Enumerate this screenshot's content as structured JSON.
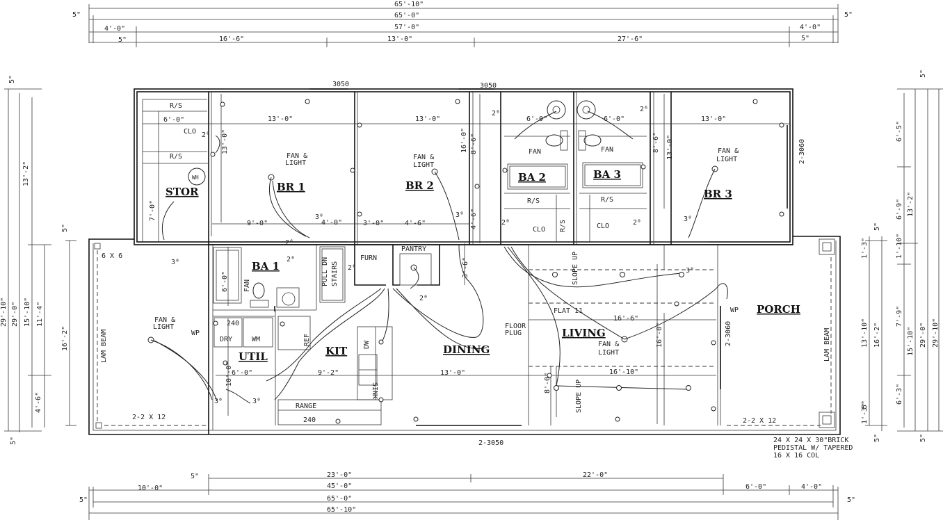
{
  "dimensions": {
    "top": [
      "65'-10\"",
      "65'-0\"",
      "57'-0\"",
      "4'-0\"",
      "4'-0\"",
      "16'-6\"",
      "13'-0\"",
      "27'-6\"",
      "5\"",
      "5\"",
      "5\"",
      "5\""
    ],
    "bottom": [
      "5\"",
      "23'-0\"",
      "22'-0\"",
      "10'-0\"",
      "45'-0\"",
      "6'-0\"",
      "4'-0\"",
      "5\"",
      "65'-0\"",
      "65'-10\"",
      "5\""
    ],
    "left": [
      "5\"",
      "13'-2\"",
      "29'-10\"",
      "29'-0\"",
      "15'-10\"",
      "11'-4\"",
      "5\"",
      "16'-2\"",
      "4'-6\"",
      "5\""
    ],
    "right": [
      "5\"",
      "6'-5\"",
      "13'-2\"",
      "6'-9\"",
      "1'-10\"",
      "5\"",
      "1'-3\"",
      "7'-9\"",
      "13'-10\"",
      "16'-2\"",
      "15'-10\"",
      "29'-0\"",
      "29'-10\"",
      "6'-3\"",
      "1'-3\"",
      "5\"",
      "5\"",
      "5\""
    ]
  },
  "rooms": {
    "stor": "STOR",
    "br1": "BR 1",
    "br2": "BR 2",
    "br3": "BR 3",
    "ba1": "BA 1",
    "ba2": "BA 2",
    "ba3": "BA 3",
    "util": "UTIL",
    "kit": "KIT",
    "dining": "DINING",
    "living": "LIVING",
    "porch": "PORCH"
  },
  "labels": {
    "window_3050_a": "3050",
    "window_3050_b": "3050",
    "window_2_3060_a": "2-3060",
    "window_2_3060_b": "2-3060",
    "window_2_3050": "2-3050",
    "rs1": "R/S",
    "rs2": "R/S",
    "rs3": "R/S",
    "rs4": "R/S",
    "rs5": "R/S",
    "clo1": "CLO",
    "clo2": "CLO",
    "clo3": "CLO",
    "wh": "WH",
    "fan_light": "FAN &",
    "light": "LIGHT",
    "fan": "FAN",
    "pull_dn": "PULL DN",
    "stairs": "STAIRS",
    "furn": "FURN",
    "pantry": "PANTRY",
    "dry": "DRY",
    "wm": "WM",
    "ref": "REF",
    "dw": "DW",
    "sink": "SINK",
    "range": "RANGE",
    "v240a": "240",
    "v240b": "240",
    "wp": "WP",
    "floor": "FLOOR",
    "plug": "PLUG",
    "flat": "FLAT 11",
    "slope_up": "SLOPE UP",
    "lam_beam": "LAM BEAM",
    "six_x_six": "6 X 6",
    "beam_2x12": "2-2 X 12",
    "room_dims": [
      "13'-0\"",
      "13'-0\"",
      "13'-0\"",
      "6'-0\"",
      "6'-0\"",
      "6'-0\"",
      "9'-0\"",
      "4'-0\"",
      "3'-0\"",
      "4'-6\"",
      "13'-0\"",
      "9'-2\"",
      "6'-0\"",
      "16'-6\"",
      "16'-10\"",
      "13'-0\"",
      "8'-6\"",
      "4'-6\"",
      "8'-6\"",
      "13'-0\"",
      "16'-0\"",
      "7'-0\"",
      "6'-0\"",
      "3'-6\"",
      "16'-0\"",
      "8'-0\"",
      "10'-0\""
    ],
    "angles": [
      "2⁶",
      "2⁶",
      "2⁶",
      "2⁶",
      "3⁰",
      "3⁰",
      "3⁰",
      "3⁰",
      "3⁰",
      "3⁰",
      "2⁰",
      "2⁰",
      "2⁰",
      "2⁰",
      "2⁶",
      "3⁰"
    ]
  },
  "notes": {
    "pedistal_1": "24 X 24 X 30\"BRICK",
    "pedistal_2": "PEDISTAL W/ TAPERED",
    "pedistal_3": "16 X 16 COL"
  }
}
